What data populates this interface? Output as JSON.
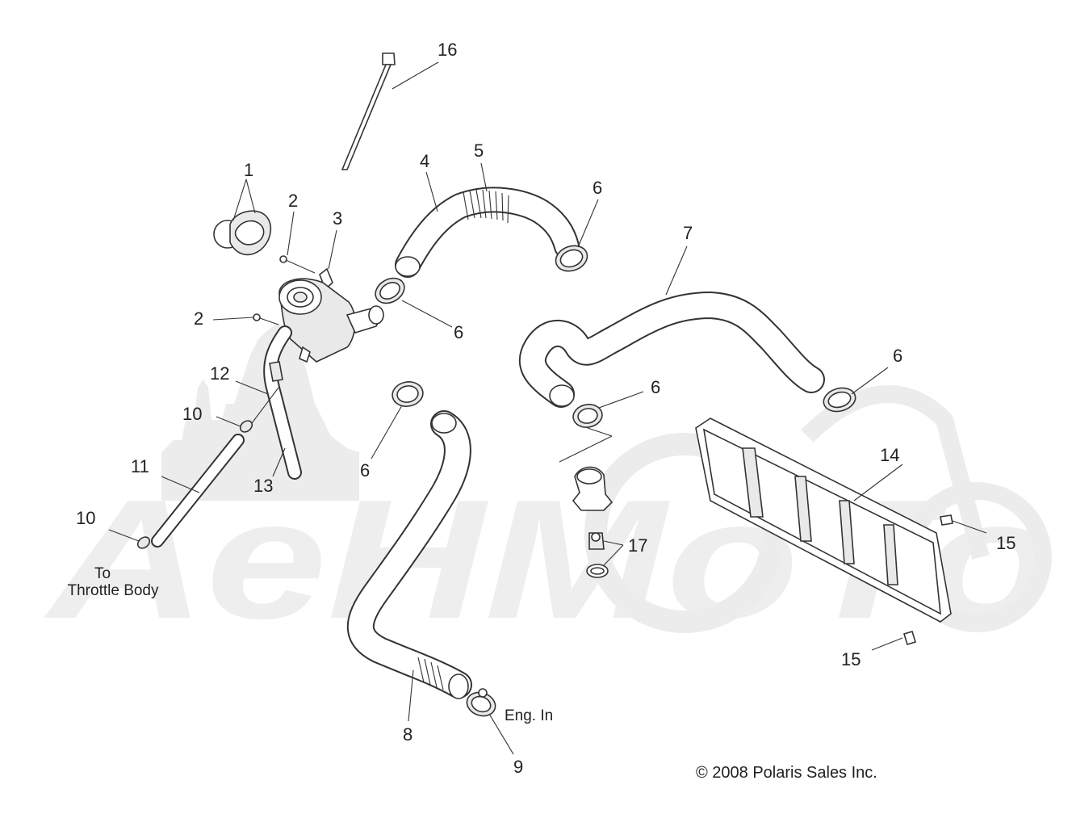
{
  "diagram": {
    "callouts": [
      "1",
      "2",
      "2",
      "3",
      "4",
      "5",
      "6",
      "6",
      "6",
      "6",
      "6",
      "7",
      "8",
      "9",
      "10",
      "10",
      "11",
      "12",
      "13",
      "14",
      "15",
      "15",
      "16",
      "17"
    ],
    "notes": {
      "to": "To",
      "throttle_body": "Throttle Body",
      "eng_in": "Eng. In"
    },
    "copyright": "© 2008 Polaris Sales Inc.",
    "watermark_text": "AeHMoTo"
  }
}
